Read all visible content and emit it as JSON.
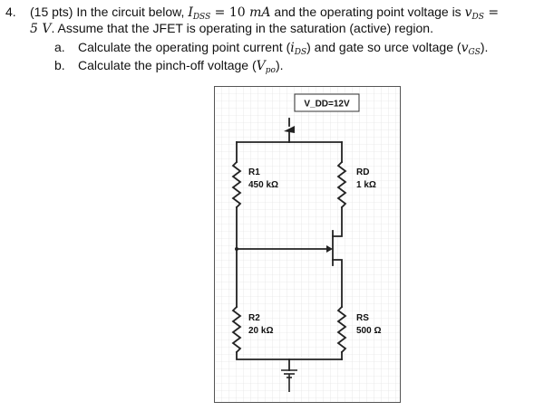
{
  "problem": {
    "number": "4.",
    "line1": {
      "pts": "(15 pts) In the circuit below, ",
      "idss_main": "I",
      "idss_sub": "DSS",
      "eq1": " = 10 ",
      "ma": "mA",
      "mid": " and the operating point voltage is ",
      "vds_main": "v",
      "vds_sub": "DS",
      "eq2": " ="
    },
    "line2": {
      "val": "5 V",
      "text": ". Assume that the JFET is operating in the saturation (active) region."
    },
    "part_a": {
      "marker": "a.",
      "pre": "Calculate the operating point current (",
      "ids_main": "i",
      "ids_sub": "DS",
      "mid": ") and gate so  urce voltage (",
      "vgs_main": "v",
      "vgs_sub": "GS",
      "post": ")."
    },
    "part_b": {
      "marker": "b.",
      "pre": "Calculate the pinch-off voltage (",
      "vpo_main": "V",
      "vpo_sub": "po",
      "post": ")."
    }
  },
  "circuit": {
    "supply": "V_DD=12V",
    "r1": {
      "name": "R1",
      "value": "450 kΩ"
    },
    "r2": {
      "name": "R2",
      "value": "20 kΩ"
    },
    "rd": {
      "name": "RD",
      "value": "1 kΩ"
    },
    "rs": {
      "name": "RS",
      "value": "500 Ω"
    }
  }
}
